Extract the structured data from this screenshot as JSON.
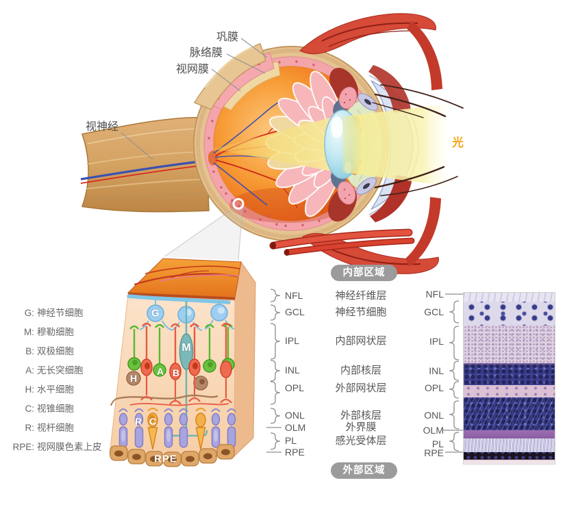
{
  "figure": {
    "anatomy_labels": {
      "sclera": "巩膜",
      "choroid": "脉络膜",
      "retina": "视网膜",
      "optic_nerve": "视神经",
      "light": "光"
    },
    "cell_legend": [
      {
        "abbr": "G:",
        "name": "神经节细胞"
      },
      {
        "abbr": "M:",
        "name": "穆勒细胞"
      },
      {
        "abbr": "B:",
        "name": "双极细胞"
      },
      {
        "abbr": "A:",
        "name": "无长突细胞"
      },
      {
        "abbr": "H:",
        "name": "水平细胞"
      },
      {
        "abbr": "C:",
        "name": "视锥细胞"
      },
      {
        "abbr": "R:",
        "name": "视杆细胞"
      },
      {
        "abbr": "RPE:",
        "name": "视网膜色素上皮"
      }
    ],
    "cell_markers": {
      "g": "G",
      "m": "M",
      "a": "A",
      "b": "B",
      "h": "H",
      "r": "R",
      "c": "C",
      "rpe": "RPE"
    },
    "region_badges": {
      "inner": "内部区域",
      "outer": "外部区域"
    },
    "layer_rows": [
      {
        "abbr": "NFL",
        "cn": "神经纤维层"
      },
      {
        "abbr": "GCL",
        "cn": "神经节细胞"
      },
      {
        "abbr": "IPL",
        "cn": "内部网状层"
      },
      {
        "abbr": "INL",
        "cn": "内部核层"
      },
      {
        "abbr": "OPL",
        "cn": "外部网状层"
      },
      {
        "abbr": "ONL",
        "cn": "外部核层"
      },
      {
        "abbr": "OLM",
        "cn": "外界膜"
      },
      {
        "abbr": "PL",
        "cn": "感光受体层"
      },
      {
        "abbr": "RPE",
        "cn": ""
      }
    ],
    "colors": {
      "label_text": "#565656",
      "light_text": "#f5a81c",
      "badge_bg": "#9b9b9b",
      "badge_text": "#ffffff"
    }
  }
}
